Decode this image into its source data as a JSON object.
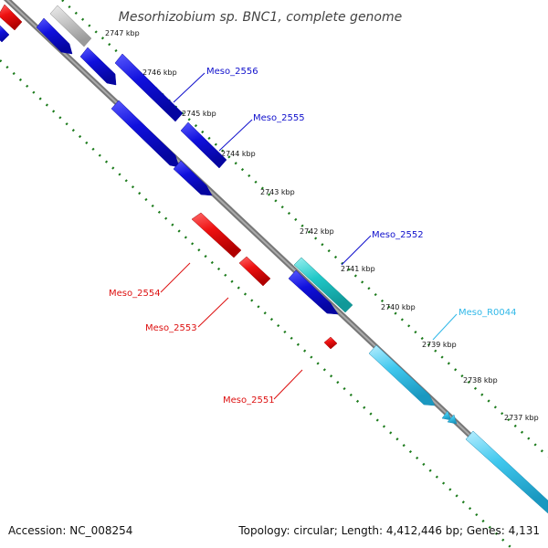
{
  "title": "Mesorhizobium sp. BNC1, complete genome",
  "footer": {
    "accession": "Accession: NC_008254",
    "summary": "Topology: circular; Length: 4,412,446 bp; Genes: 4,131"
  },
  "colors": {
    "backbone": "#777777",
    "tick": "#1a7a1a",
    "forward_cds": "#1010dd",
    "reverse_cds": "#ee1111",
    "rna_or_other": "#40c8ee",
    "teal_feature": "#20c8c8",
    "grey_feature": "#c8c8c8"
  },
  "scale": {
    "unit": "kbp",
    "ticks": [
      "2747 kbp",
      "2746 kbp",
      "2745 kbp",
      "2744 kbp",
      "2743 kbp",
      "2742 kbp",
      "2741 kbp",
      "2740 kbp",
      "2739 kbp",
      "2738 kbp",
      "2737 kbp"
    ]
  },
  "gene_labels": [
    {
      "name": "Meso_2556",
      "color": "#1010cc"
    },
    {
      "name": "Meso_2555",
      "color": "#1010cc"
    },
    {
      "name": "Meso_2552",
      "color": "#1010cc"
    },
    {
      "name": "Meso_R0044",
      "color": "#30b8e8"
    },
    {
      "name": "Meso_2554",
      "color": "#dd1111"
    },
    {
      "name": "Meso_2553",
      "color": "#dd1111"
    },
    {
      "name": "Meso_2551",
      "color": "#dd1111"
    }
  ]
}
